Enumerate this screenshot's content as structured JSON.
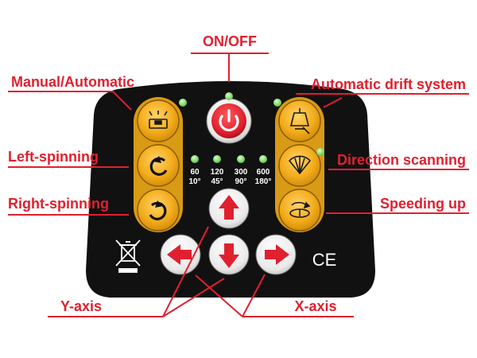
{
  "callouts": {
    "on_off": "ON/OFF",
    "manual_automatic": "Manual/Automatic",
    "automatic_drift": "Automatic drift system",
    "left_spinning": "Left-spinning",
    "direction_scanning": "Direction scanning",
    "right_spinning": "Right-spinning",
    "speeding_up": "Speeding up",
    "y_axis": "Y-axis",
    "x_axis": "X-axis"
  },
  "speed_labels": {
    "rpm": [
      "60",
      "120",
      "300",
      "600"
    ],
    "deg": [
      "10°",
      "45°",
      "90°",
      "180°"
    ]
  },
  "ce_mark": "CE",
  "colors": {
    "panel": "#111111",
    "accent_red": "#e0202f",
    "button_orange": "#f4ad1d",
    "led_green": "#7ed957"
  },
  "icons": {
    "power": "power-icon",
    "manual_auto": "laser-level-icon",
    "drift": "drift-lock-icon",
    "rotate_left": "rotate-ccw-icon",
    "rotate_right": "rotate-cw-icon",
    "scan": "scan-fan-icon",
    "speed": "speed-icon",
    "weee": "crossed-bin-icon"
  }
}
